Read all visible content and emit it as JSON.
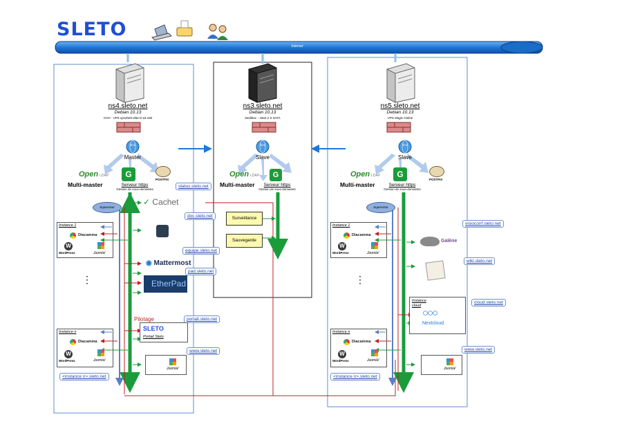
{
  "title": "SLETO",
  "internet_label": "Internet",
  "servers": {
    "ns4": {
      "name": "ns4.sleto.net",
      "os": "Debian 10.13",
      "host": "OVH - VPS vps2020-elite-8-16-160",
      "role": "Master"
    },
    "ns3": {
      "name": "ns3.sleto.net",
      "os": "Debian 10.13",
      "host": "Dedibox – Start 2 S SATA",
      "role": "Slave"
    },
    "ns5": {
      "name": "ns5.sleto.net",
      "os": "Debian 10.13",
      "host": "VPS Magic Online",
      "role": "Slave"
    }
  },
  "common": {
    "multi_master": "Multi-master",
    "server_https": "Serveur https",
    "subdomain_mgmt": "Gestion de sous-domaines",
    "supervisor": "Supervisor",
    "diacamma": "Diacamma",
    "wordpress": "WordPress",
    "joomla": "Joomla!",
    "ldap_open": "Open",
    "ldap_sub": "LDAP",
    "postfix": "POSTFIX",
    "bind": "bind"
  },
  "left": {
    "instance_1": "Instance 1",
    "instance_n": "Instance n",
    "instance_n_domain": "<instance n>.sleto.net",
    "dots": "⋮"
  },
  "middle": {
    "cachet": "Cachet",
    "mattermost": "Mattermost",
    "etherpad": "EtherPad",
    "pilotage": "Pilotage",
    "sleto_small": "SLETO",
    "portail": "Portail Sleto",
    "surveillance": "Surveillance",
    "sauvegarde": "Sauvegarde"
  },
  "callouts_left": {
    "status": "status.sleto.net",
    "doc": "doc.sleto.net",
    "equipe": "equipe.sleto.net",
    "pad": "pad.sleto.net",
    "portail": "portail.sleto.net",
    "www": "www.sleto.net"
  },
  "right": {
    "instance_1": "Instance 1",
    "instance_n": "Instance n",
    "instance_n_domain": "<instance n>.sleto.net",
    "instance_cloud": "Instance",
    "instance_cloud2": "cloud",
    "galene": "Galène",
    "nextcloud": "Nextcloud",
    "dots": "⋮"
  },
  "callouts_right": {
    "visio": "visioconf.sleto.net",
    "wiki": "wiki.sleto.net",
    "cloud": "cloud.sleto.net",
    "www": "www.sleto.net"
  },
  "colors": {
    "title": "#1f4fd6",
    "internet": "#1e78d8",
    "green": "#1a9c3a",
    "blue_line": "#5b7fc4",
    "red": "#c01f1f",
    "arrow_light": "#a9c6ea"
  }
}
